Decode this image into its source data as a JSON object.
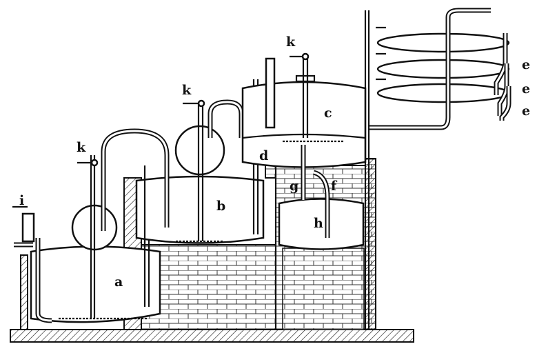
{
  "figure": {
    "labels": {
      "a": "a",
      "b": "b",
      "c": "c",
      "d": "d",
      "e1": "e",
      "e2": "e",
      "e3": "e",
      "f": "f",
      "g": "g",
      "h": "h",
      "i": "i",
      "k1": "k",
      "k2": "k",
      "k3": "k"
    }
  }
}
